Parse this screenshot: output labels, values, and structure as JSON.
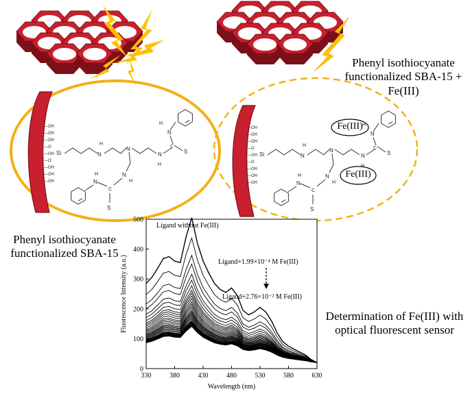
{
  "captions": {
    "left_title": "Phenyl isothiocyanate functionalized SBA-15",
    "right_title": "Phenyl isothiocyanate functionalized SBA-15 + Fe(III)",
    "right_bottom": "Determination of Fe(III) with optical fluorescent sensor"
  },
  "ions": [
    "Fe(III)",
    "Fe(III)"
  ],
  "colors": {
    "pore": "#c8202f",
    "pore_dark": "#7d0f18",
    "pore_inner": "#ffffff",
    "lightning": "#ffc000",
    "ellipse": "#f2b115"
  },
  "chart_data": {
    "type": "line",
    "xlabel": "Wavelength (nm)",
    "ylabel": "Fluorescence Intensity (a.u.)",
    "xlim": [
      330,
      630
    ],
    "ylim": [
      0,
      500
    ],
    "x_ticks": [
      330,
      380,
      430,
      480,
      530,
      580,
      630
    ],
    "y_ticks": [
      0,
      100,
      200,
      300,
      400,
      500
    ],
    "annotations": [
      "Ligand without Fe(III)",
      "Ligand+1.99×10⁻⁴ M Fe(III)",
      "Ligand+2.76×10⁻² M Fe(III)"
    ],
    "series_profile": {
      "x": [
        330,
        340,
        350,
        360,
        370,
        380,
        390,
        400,
        410,
        420,
        430,
        440,
        450,
        460,
        470,
        480,
        490,
        500,
        510,
        520,
        530,
        540,
        550,
        560,
        570,
        580,
        590,
        600,
        610,
        620,
        630
      ],
      "values": [
        285,
        305,
        335,
        368,
        375,
        360,
        355,
        440,
        505,
        420,
        360,
        320,
        285,
        265,
        255,
        270,
        245,
        195,
        180,
        190,
        205,
        190,
        160,
        120,
        90,
        75,
        65,
        55,
        45,
        30,
        20
      ]
    },
    "series_scales": [
      1,
      0.86,
      0.74,
      0.68,
      0.61,
      0.57,
      0.53,
      0.5,
      0.48,
      0.46,
      0.44,
      0.42,
      0.405,
      0.39,
      0.375,
      0.36,
      0.35,
      0.34,
      0.33,
      0.32,
      0.31,
      0.3,
      0.29,
      0.285,
      0.28,
      0.275,
      0.27,
      0.265,
      0.26,
      0.255,
      0.25
    ]
  }
}
